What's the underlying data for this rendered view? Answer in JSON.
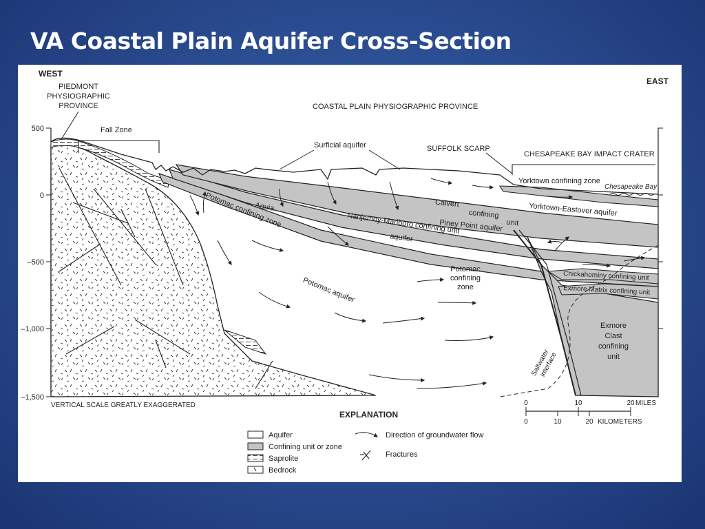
{
  "slide": {
    "title": "VA Coastal Plain Aquifer Cross-Section"
  },
  "diagram": {
    "direction_labels": {
      "west": "WEST",
      "east": "EAST"
    },
    "province_labels": {
      "piedmont": [
        "PIEDMONT",
        "PHYSIOGRAPHIC",
        "PROVINCE"
      ],
      "coastal_plain": "COASTAL PLAIN PHYSIOGRAPHIC PROVINCE"
    },
    "feature_labels": {
      "fall_zone": "Fall Zone",
      "surficial_aquifer": "Surficial aquifer",
      "suffolk_scarp": "SUFFOLK SCARP",
      "impact_crater": "CHESAPEAKE BAY IMPACT CRATER",
      "chesapeake_bay": "Chesapeake Bay"
    },
    "unit_labels": {
      "yorktown_confining": "Yorktown confining zone",
      "yorktown_eastover": "Yorktown-Eastover aquifer",
      "calvert_confining": [
        "Calvert",
        "confining",
        "unit"
      ],
      "piney_point": "Piney Point aquifer",
      "nanjemoy": "Nanjemoy-Marlboro confining unit",
      "aquia": [
        "Aquia",
        "aquifer"
      ],
      "potomac_confining_zone": "Potomac confining zone",
      "potomac_confining_right": [
        "Potomac",
        "confining",
        "zone"
      ],
      "potomac_aquifer": [
        "Potomac",
        "aquifer"
      ],
      "chickahominy": "Chickahominy confining unit",
      "exmore_matrix": "Exmore Matrix confining unit",
      "exmore_clast": [
        "Exmore",
        "Clast",
        "confining",
        "unit"
      ],
      "saltwater_interface": [
        "Saltwater",
        "interface"
      ]
    },
    "y_axis": {
      "ticks": [
        "500",
        "0",
        "–500",
        "–1,000",
        "–1,500"
      ]
    },
    "scale_note": "VERTICAL SCALE GREATLY EXAGGERATED",
    "scale_bar": {
      "miles_ticks": [
        "0",
        "10",
        "20"
      ],
      "miles_unit": "MILES",
      "km_ticks": [
        "0",
        "10",
        "20"
      ],
      "km_unit": "KILOMETERS"
    },
    "explanation": {
      "title": "EXPLANATION",
      "items": [
        "Aquifer",
        "Confining unit or zone",
        "Saprolite",
        "Bedrock",
        "Direction of groundwater flow",
        "Fractures"
      ]
    },
    "colors": {
      "confining_fill": "#c4c4c4",
      "aquifer_fill": "#ffffff",
      "ink": "#222222"
    }
  }
}
